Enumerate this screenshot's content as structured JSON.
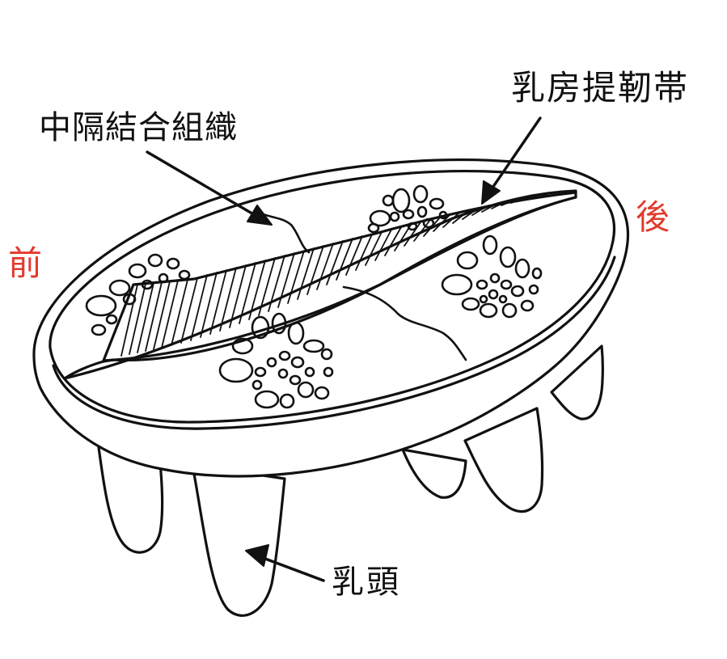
{
  "labels": {
    "septum": "中隔結合組織",
    "ligament": "乳房提靭帯",
    "teat": "乳頭",
    "front": "前",
    "rear": "後"
  },
  "colors": {
    "line": "#111111",
    "direction_label": "#e23a2e",
    "background": "#ffffff"
  }
}
